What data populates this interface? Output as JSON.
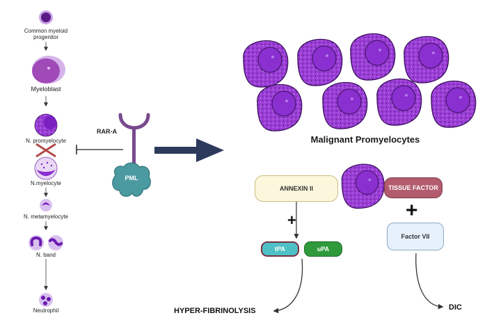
{
  "lineage": {
    "common_myeloid_progenitor": "Common myeloid progenitor",
    "myeloblast": "Myeloblast",
    "promyelocyte": "N. promyelocyte",
    "myelocyte": "N.myelocyte",
    "metamyelocyte": "N. metamyelocyte",
    "band": "N. band",
    "neutrophil": "Neutrophil"
  },
  "receptor": {
    "rar_a": "RAR-A",
    "pml": "PML"
  },
  "malignant": {
    "title": "Malignant Promyelocytes"
  },
  "pathway": {
    "annexin": "ANNEXIN II",
    "tissue_factor": "TISSUE FACTOR",
    "factor_vii": "Factor VII",
    "tpa": "tPA",
    "upa": "uPA",
    "plus_left": "+",
    "plus_right": "+",
    "hyper_fibrinolysis": "HYPER-FIBRINOLYSIS",
    "dic": "DIC"
  },
  "colors": {
    "cell_purple": "#9b3fd6",
    "nucleus_purple": "#7a1fc0",
    "arrow_navy": "#2d3a5c",
    "receptor_purple": "#7a4a8e",
    "pml_teal": "#4a9aa0"
  }
}
